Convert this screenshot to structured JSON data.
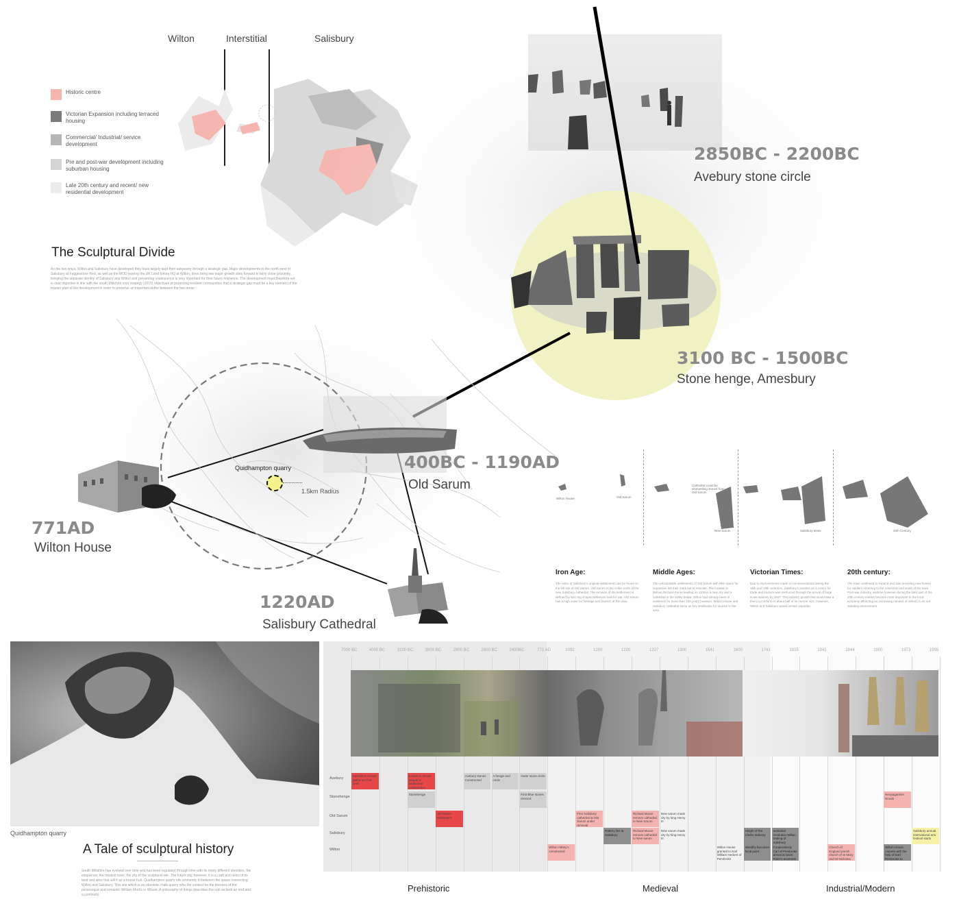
{
  "zones": {
    "wilton": "Wilton",
    "interstitial": "Interstitial",
    "salisbury": "Salisbury"
  },
  "legend": [
    {
      "label": "Historic centre",
      "color": "#f6b6b0"
    },
    {
      "label": "Victorian Expansion including terraced housing",
      "color": "#7a7a7a"
    },
    {
      "label": "Commercial/ Industrial/ service development",
      "color": "#b5b5b5"
    },
    {
      "label": "Pre and post-war development including suburban housing",
      "color": "#d4d4d4"
    },
    {
      "label": "Late 20th century and recent/ new residential development",
      "color": "#ebebeb"
    }
  ],
  "sculptural_divide": {
    "title": "The Sculptural Divide",
    "text": "As the two ways, Wilton and Salisbury have developed they have largely kept their autonomy through a strategic gap. Major developments to the north west of Salisbury at Fugglestone Red, as well as the MOD leaving the UK Land forces HQ at Wilton, does bring two major growth sites forward in fairly close proximity, bringing the separate identity of Salisbury and Wilton and preventing coalescence is very important for their future resilience. The development must therefore set a clear objective in line with the south Wiltshire core strategy (2015) objectives of protecting resilient communities that a strategic gap must be a key element of the master plan of the development in order to preserve an important buffer between the two areas."
  },
  "landmarks": {
    "avebury": {
      "date": "2850BC - 2200BC",
      "place": "Avebury stone circle"
    },
    "stonehenge": {
      "date": "3100 BC - 1500BC",
      "place": "Stone henge, Amesbury"
    },
    "old_sarum": {
      "date": "400BC - 1190AD",
      "place": "Old Sarum"
    },
    "wilton_house": {
      "date": "771AD",
      "place": "Wilton House"
    },
    "cathedral": {
      "date": "1220AD",
      "place": "Salisbury Cathedral"
    }
  },
  "quarry_map": {
    "label": "Quidhampton quarry",
    "radius": "1.5km Radius"
  },
  "growth_labels": [
    "Wilton House",
    "Old Sarum",
    "Cathedral could be dismantling stones from Old Sarum",
    "New Sarum",
    "Salisbury times",
    "20th Century"
  ],
  "eras": [
    {
      "head": "Iron Age:",
      "text": "The relics of Salisbury's original settlements can be found on the hill site of Old Sarum. Old Sarum is two miles north of the new Salisbury cathedral. The remains of the settlement is defined by two ring shaped defences built for war. Old Sarum has a high value for heritage and tourism at the view."
    },
    {
      "head": "Middle Ages:",
      "text": "The unhospitable settlements of Old Sarum with little space for expansion left their mark but to relocate. The location in Bishop Richard Poore leading on 1219 is a new city and a cathedral in the valley below. Wilton had already been in existence for more than 150 years however. Wilton House and Salisbury cathedral serve as key landmarks for tourism in the area."
    },
    {
      "head": "Victorian Times:",
      "text": "Due to improvements made in communications during the 18th and 19th centuries, Salisbury's position as a centre for trade and tourism was reinforced through the arrival of large scale industry by 1847. The Industry growth that would take a them to conform to about half of its current size. However, Wilton and Salisbury would remain separate."
    },
    {
      "head": "20th century:",
      "text": "The town continued to expand and was providing new homes for soldiers returning to the reservists and south of the town. Post-war industry, wartime however during the later part of the 20th century market became more important to the local economy attracting an increasing number of visitors to its out standing environment."
    }
  ],
  "quarry_photo": {
    "caption": "Quidhampton quarry",
    "title": "A Tale of sculptural history",
    "text": "South Wiltshire has evolved over time and has been regulated through time with its many different identities, the eloquence, the modest town, the city of the sculptural site. The future city, however, it is a craft and relics of its land and sites that will it as a tourist hub. Quidhampton quarry sits eminently in between the space connecting Wilton and Salisbury. This site which is an obsolete chalk quarry who the context for the theories of the picturesque and romantic William Morris in Wilson. A philosophy of things describes the ruin as both an end and a continuity."
  },
  "timeline": {
    "years": [
      "7000 BC",
      "4000 BC",
      "3100 BC",
      "3000 BC",
      "2900 BC",
      "2600 BC",
      "2400BC",
      "771 AD",
      "1092",
      "1200",
      "1220",
      "1227",
      "1300",
      "1541",
      "1600",
      "1741",
      "1815",
      "1841",
      "1844",
      "1900",
      "1973",
      "1995"
    ],
    "rows": [
      "Avebury",
      "Stonehenge",
      "Old Sarum",
      "Salisbury",
      "Wilton"
    ],
    "events": [
      {
        "text": "Mesolithic Hunter gatherers first seen",
        "row": 0,
        "col": 0,
        "type": "red"
      },
      {
        "text": "Evidence shows people in settlement construction",
        "row": 0,
        "col": 2,
        "type": "red"
      },
      {
        "text": "Avebury stones Constructed",
        "row": 0,
        "col": 4,
        "type": "grey"
      },
      {
        "text": "A henge and circle",
        "row": 0,
        "col": 5,
        "type": "grey"
      },
      {
        "text": "Outer stone circle",
        "row": 0,
        "col": 6,
        "type": "grey"
      },
      {
        "text": "Stonehenge",
        "row": 1,
        "col": 2,
        "type": "grey"
      },
      {
        "text": "First Blue stones erected",
        "row": 1,
        "col": 6,
        "type": "grey"
      },
      {
        "text": "Old Sarum Settlement",
        "row": 2,
        "col": 3,
        "type": "red"
      },
      {
        "text": "First Salisbury cathedral at Old Sarum under removal",
        "row": 2,
        "col": 8,
        "type": "pink"
      },
      {
        "text": "Richard Moore remove cathedral to New Sarum",
        "row": 2,
        "col": 10,
        "type": "pink"
      },
      {
        "text": "New sarum made city by king Henry III",
        "row": 2,
        "col": 11,
        "type": "white"
      },
      {
        "text": "Rattery lies at Salisbury",
        "row": 3,
        "col": 9,
        "type": "dark"
      },
      {
        "text": "Richard Moore remove cathedral to New sarum",
        "row": 3,
        "col": 10,
        "type": "pink"
      },
      {
        "text": "New sarum made city by king Henry III",
        "row": 3,
        "col": 11,
        "type": "white"
      },
      {
        "text": "Height of the Cloths Industry",
        "row": 3,
        "col": 14,
        "type": "dark"
      },
      {
        "text": "Industrial revolution Wilton trading of Salisbury",
        "row": 3,
        "col": 15,
        "type": "dark"
      },
      {
        "text": "Wilton Abbey's constructed",
        "row": 4,
        "col": 7,
        "type": "pink"
      },
      {
        "text": "Wilton House granted to Earl William Herbert of Pembroke",
        "row": 4,
        "col": 13,
        "type": "white"
      },
      {
        "text": "Wealthy becomes focal point",
        "row": 4,
        "col": 14,
        "type": "dark"
      },
      {
        "text": "Cooperatively Carl of Pembroke arrival at Saint Peter's ancestral",
        "row": 4,
        "col": 15,
        "type": "dark"
      },
      {
        "text": "Church of England parish church of St Mary and St Nicholas",
        "row": 4,
        "col": 17,
        "type": "pink"
      },
      {
        "text": "Neopaganism Druids",
        "row": 1,
        "col": 19,
        "type": "pink"
      },
      {
        "text": "Salisbury annual international arts festival starts",
        "row": 3,
        "col": 20,
        "type": "yellow"
      },
      {
        "text": "Wilton House carpets with the help of Earl Pembroke to allow freedom carpet factory with future fallen into difficulty",
        "row": 4,
        "col": 19,
        "type": "dark"
      }
    ],
    "periods": [
      "Prehistoric",
      "Medieval",
      "Industrial/Modern"
    ]
  }
}
